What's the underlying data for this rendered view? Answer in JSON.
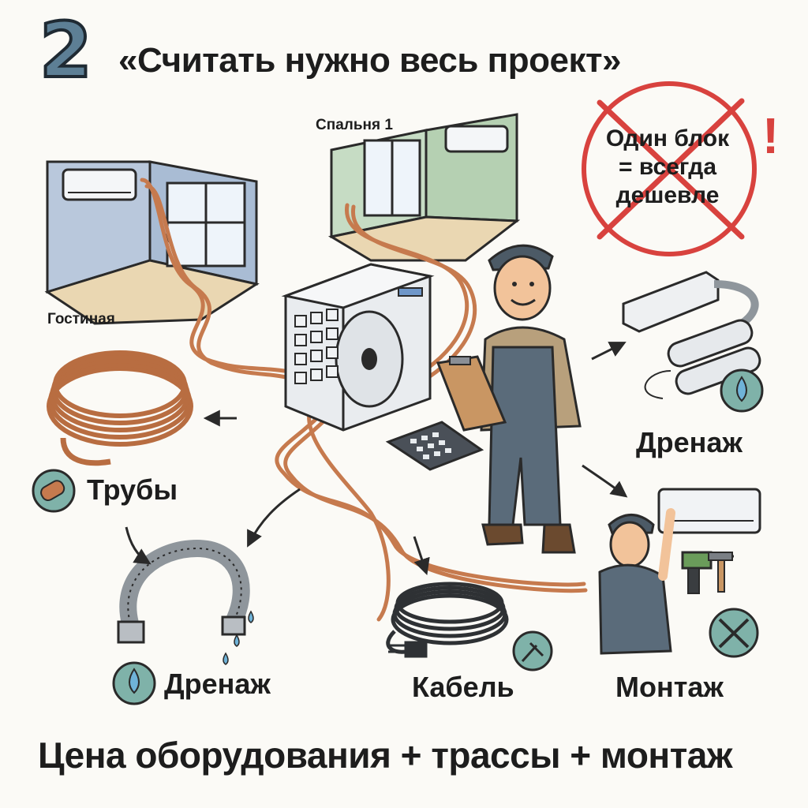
{
  "header": {
    "number": "2",
    "title": "«Считать нужно весь проект»"
  },
  "rooms": {
    "living": "Гостиная",
    "bedroom": "Спальня 1"
  },
  "badge": {
    "line1": "Один блок",
    "line2": "= всегда",
    "line3": "дешевле",
    "mark": "!"
  },
  "items": {
    "pipes": "Трубы",
    "drain_left": "Дренаж",
    "cable": "Кабель",
    "install": "Монтаж",
    "drain_right": "Дренаж"
  },
  "footer": {
    "formula": "Цена оборудования + трассы + монтаж"
  },
  "colors": {
    "copper": "#c67a4e",
    "wall_blue": "#b9c8dc",
    "wall_green": "#c6dcc4",
    "floor": "#ead7b2",
    "cross_red": "#d8423e",
    "icon_teal": "#7fb2a9",
    "title_number": "#5d7f95"
  }
}
